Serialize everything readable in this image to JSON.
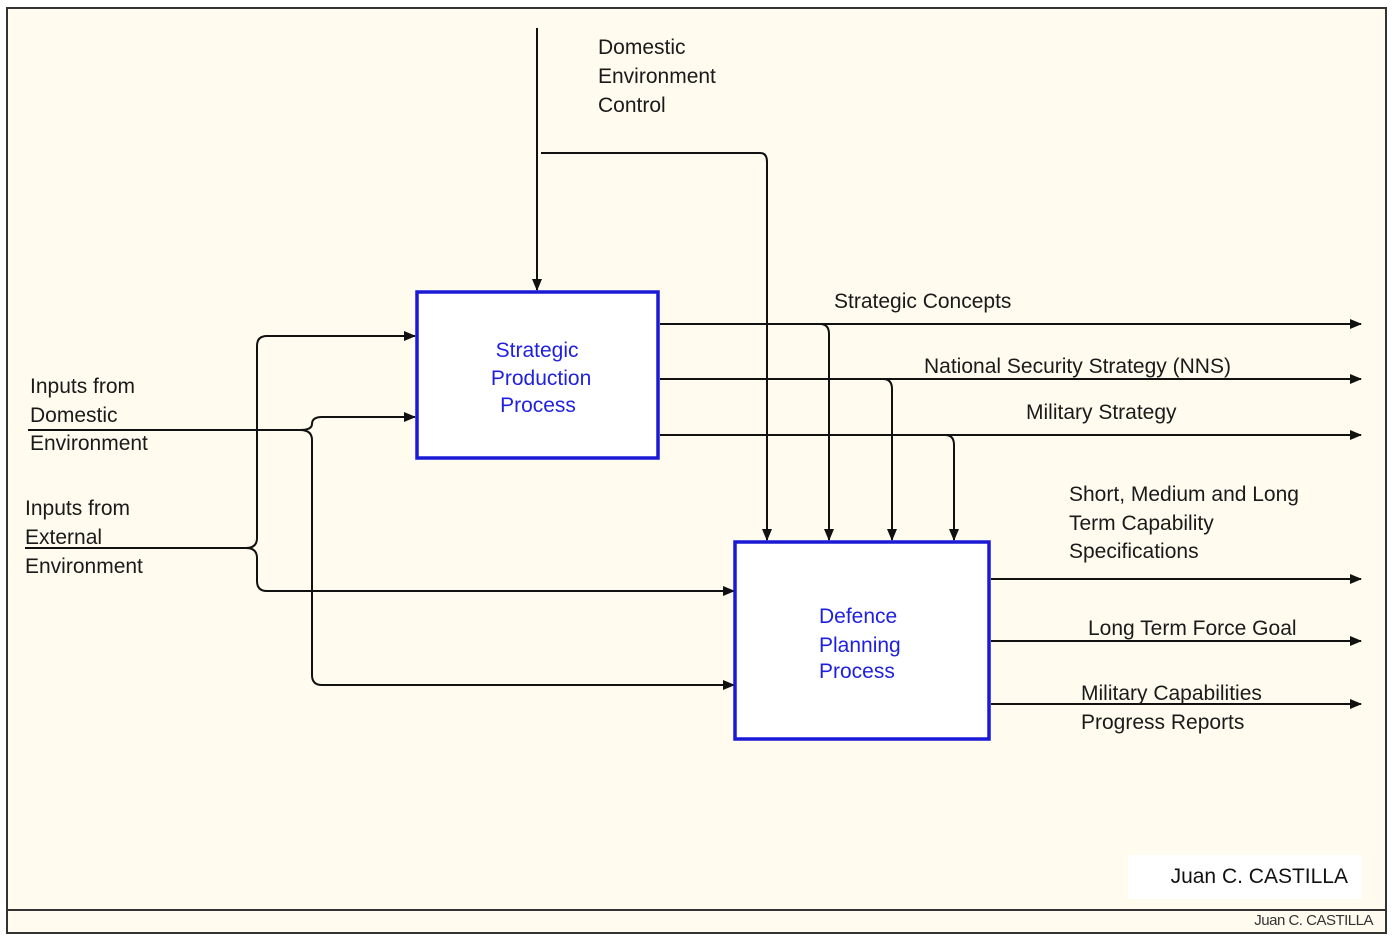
{
  "labels": {
    "domestic_control": [
      "Domestic",
      "Environment",
      "Control"
    ],
    "inputs_domestic": [
      "Inputs from",
      "Domestic",
      "Environment"
    ],
    "inputs_external": [
      "Inputs from",
      "External",
      "Environment"
    ],
    "strategic_concepts": "Strategic Concepts",
    "nss": "National Security Strategy (NNS)",
    "military_strategy": "Military Strategy",
    "capability_specs": [
      "Short, Medium and Long",
      "Term Capability",
      "Specifications"
    ],
    "long_term_force_goal": "Long Term Force Goal",
    "progress_reports": [
      "Military Capabilities",
      "Progress Reports"
    ]
  },
  "boxes": {
    "strategic": [
      "Strategic",
      "Production",
      "Process"
    ],
    "defence": [
      "Defence",
      "Planning",
      "Process"
    ]
  },
  "author_label": "Juan C. CASTILLA",
  "footer_credit": "Juan C. CASTILLA"
}
